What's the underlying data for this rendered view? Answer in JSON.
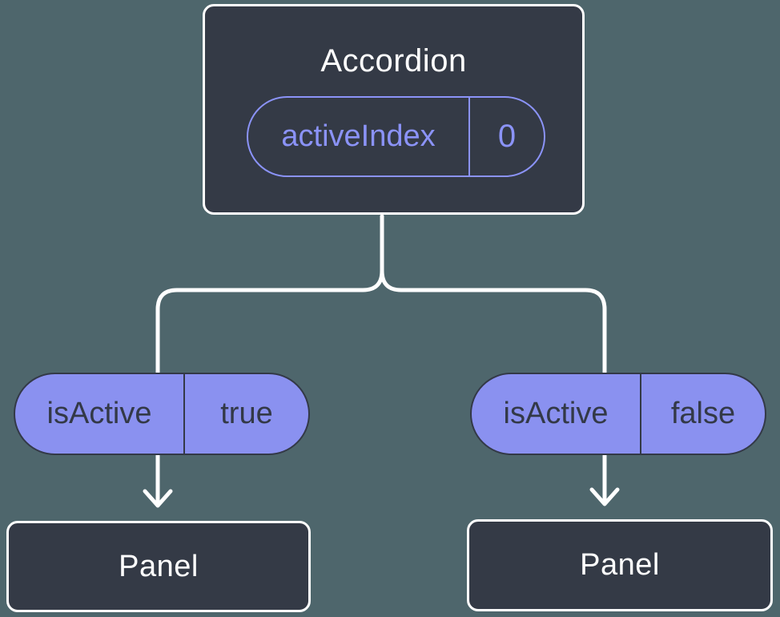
{
  "colors": {
    "background": "#4E666C",
    "node_fill": "#343A46",
    "node_border": "#FFFFFF",
    "pill_fill": "#8A91F0",
    "pill_outline": "#8B93F8",
    "pill_text_dark": "#333947",
    "line": "#FFFFFF",
    "title_text": "#FFFFFF"
  },
  "diagram_type": "component-tree",
  "tree": {
    "root": {
      "title": "Accordion",
      "state_pill": {
        "key": "activeIndex",
        "value": "0"
      }
    },
    "children": [
      {
        "prop_pill": {
          "key": "isActive",
          "value": "true"
        },
        "node": {
          "title": "Panel"
        }
      },
      {
        "prop_pill": {
          "key": "isActive",
          "value": "false"
        },
        "node": {
          "title": "Panel"
        }
      }
    ]
  }
}
